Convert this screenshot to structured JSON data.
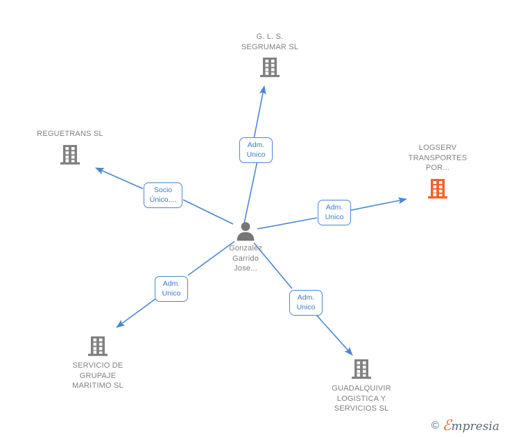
{
  "diagram": {
    "title": "Gonzalez Garrido Jose - corporate relationship graph",
    "colors": {
      "edge": "#4a86d0",
      "label_border": "#4a86d0",
      "label_text": "#3f7ac8",
      "node_icon_gray": "#808080",
      "node_icon_highlight": "#f4602a",
      "node_text": "#808080",
      "background": "#ffffff"
    },
    "center": {
      "id": "person-center",
      "icon": "person-icon",
      "label": "Gonzalez\nGarrido\nJose...",
      "highlighted": false
    },
    "nodes": [
      {
        "id": "gls-segrumar",
        "icon": "building-icon",
        "label": "G. L. S.\nSEGRUMAR SL",
        "highlighted": false,
        "caption_position": "top"
      },
      {
        "id": "reguetrans",
        "icon": "building-icon",
        "label": "REGUETRANS SL",
        "highlighted": false,
        "caption_position": "top"
      },
      {
        "id": "logserv-transportes",
        "icon": "building-icon",
        "label": "LOGSERV\nTRANSPORTES\nPOR...",
        "highlighted": true,
        "caption_position": "top"
      },
      {
        "id": "servicio-grupaje-maritimo",
        "icon": "building-icon",
        "label": "SERVICIO DE\nGRUPAJE\nMARITIMO SL",
        "highlighted": false,
        "caption_position": "bottom"
      },
      {
        "id": "guadalquivir-logistica",
        "icon": "building-icon",
        "label": "GUADALQUIVIR\nLOGISTICA Y\nSERVICIOS SL",
        "highlighted": false,
        "caption_position": "bottom"
      }
    ],
    "edges": [
      {
        "id": "edge-gls",
        "from": "person-center",
        "to": "gls-segrumar",
        "label": "Adm.\nUnico"
      },
      {
        "id": "edge-reguetrans",
        "from": "person-center",
        "to": "reguetrans",
        "label": "Socio\nÚnico,..."
      },
      {
        "id": "edge-logserv",
        "from": "person-center",
        "to": "logserv-transportes",
        "label": "Adm.\nUnico"
      },
      {
        "id": "edge-grupaje",
        "from": "person-center",
        "to": "servicio-grupaje-maritimo",
        "label": "Adm.\nUnico"
      },
      {
        "id": "edge-guadalquivir",
        "from": "person-center",
        "to": "guadalquivir-logistica",
        "label": "Adm.\nUnico"
      }
    ]
  },
  "footer": {
    "copyright_symbol": "©",
    "brand_initial": "ℰ",
    "brand_rest": "mpresia"
  }
}
